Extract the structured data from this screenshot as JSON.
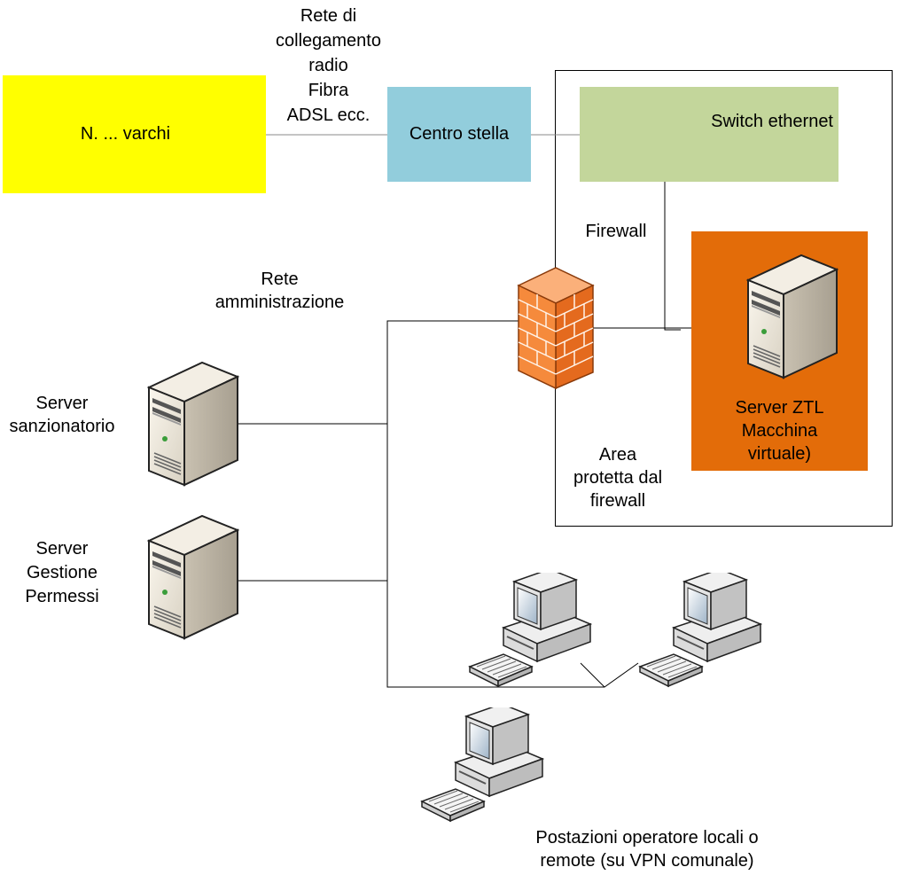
{
  "nodes": {
    "varchi": "N. ... varchi",
    "centro_stella": "Centro stella",
    "switch": "Switch ethernet",
    "server_ztl": [
      "Server ZTL",
      "Macchina",
      "virtuale)"
    ]
  },
  "labels": {
    "rete_collegamento": [
      "Rete di",
      "collegamento",
      "radio",
      "Fibra",
      "ADSL ecc."
    ],
    "firewall": "Firewall",
    "rete_amministrazione": [
      "Rete",
      "amministrazione"
    ],
    "server_sanzionatorio": [
      "Server",
      "sanzionatorio"
    ],
    "server_permessi": [
      "Server",
      "Gestione",
      "Permessi"
    ],
    "area_protetta": [
      "Area",
      "protetta dal",
      "firewall"
    ],
    "postazioni": [
      "Postazioni operatore locali o",
      "remote (su VPN comunale)"
    ]
  },
  "icons": [
    "server-icon",
    "firewall-icon",
    "workstation-icon"
  ],
  "colors": {
    "varchi": "#ffff00",
    "centro_stella": "#92cddc",
    "switch": "#c3d69b",
    "server_ztl": "#e36c09",
    "firewall": "#f79646"
  }
}
